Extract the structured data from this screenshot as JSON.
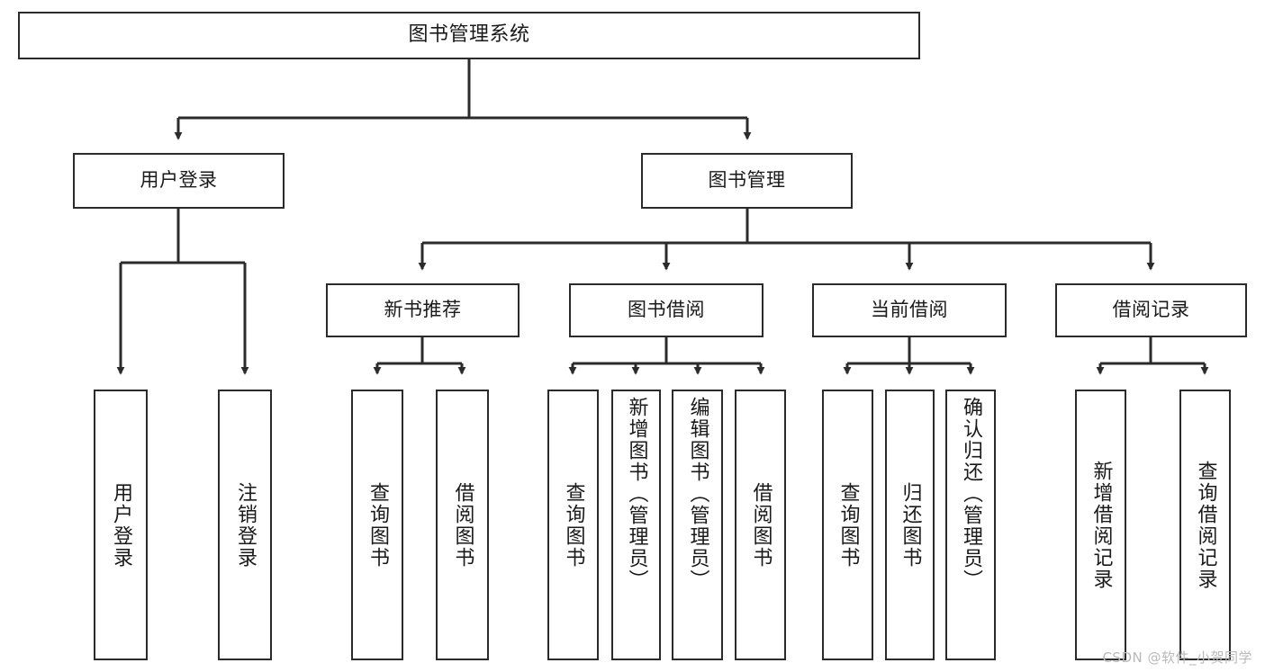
{
  "diagram": {
    "type": "tree-hierarchy",
    "title": "图书管理系统",
    "root": {
      "id": "root",
      "label": "图书管理系统"
    },
    "level2": [
      {
        "id": "user-login",
        "label": "用户登录"
      },
      {
        "id": "book-manage",
        "label": "图书管理"
      }
    ],
    "level3": [
      {
        "id": "new-book-recommend",
        "label": "新书推荐"
      },
      {
        "id": "book-borrow",
        "label": "图书借阅"
      },
      {
        "id": "current-borrow",
        "label": "当前借阅"
      },
      {
        "id": "borrow-record",
        "label": "借阅记录"
      }
    ],
    "leaves": {
      "user_login": [
        {
          "id": "leaf-user-login",
          "label": "用户登录"
        },
        {
          "id": "leaf-logout-login",
          "label": "注销登录"
        }
      ],
      "new_book_recommend": [
        {
          "id": "leaf-query-book-1",
          "label": "查询图书"
        },
        {
          "id": "leaf-borrow-book-1",
          "label": "借阅图书"
        }
      ],
      "book_borrow": [
        {
          "id": "leaf-query-book-2",
          "label": "查询图书"
        },
        {
          "id": "leaf-add-book",
          "label": "新增图书（管理员）"
        },
        {
          "id": "leaf-edit-book",
          "label": "编辑图书（管理员）"
        },
        {
          "id": "leaf-borrow-book-2",
          "label": "借阅图书"
        }
      ],
      "current_borrow": [
        {
          "id": "leaf-query-book-3",
          "label": "查询图书"
        },
        {
          "id": "leaf-return-book",
          "label": "归还图书"
        },
        {
          "id": "leaf-confirm-return",
          "label": "确认归还（管理员）"
        }
      ],
      "borrow_record": [
        {
          "id": "leaf-add-record",
          "label": "新增借阅记录"
        },
        {
          "id": "leaf-query-record",
          "label": "查询借阅记录"
        }
      ]
    },
    "watermark": "CSDN @软件_小贺同学",
    "colors": {
      "stroke": "#2b2b2b",
      "fill": "#ffffff",
      "text": "#1a1a1a",
      "watermark": "#b9b9b9"
    }
  }
}
